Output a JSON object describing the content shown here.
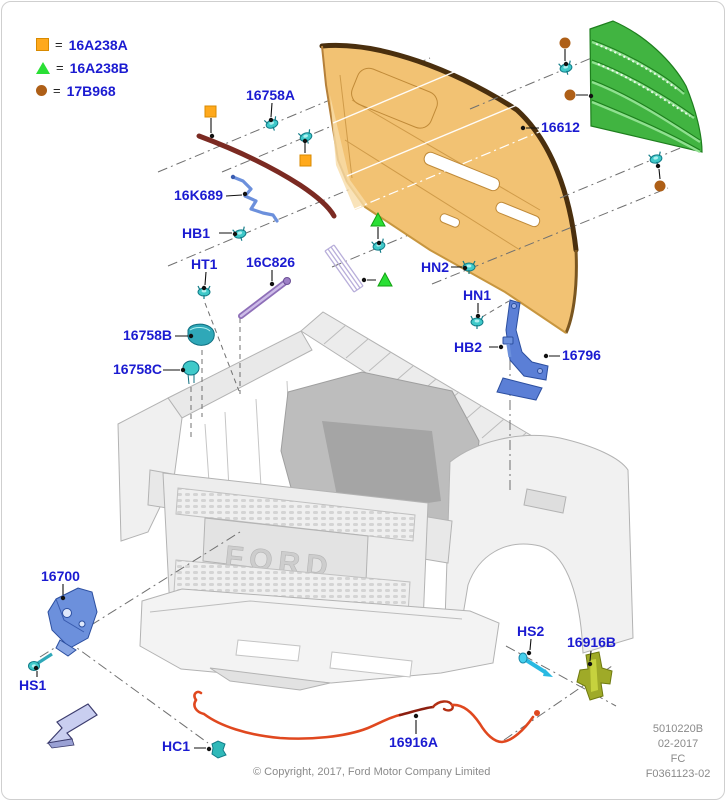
{
  "legend": {
    "equals": "=",
    "items": [
      {
        "symbol": "orange-square",
        "code": "16A238A"
      },
      {
        "symbol": "green-triangle",
        "code": "16A238B"
      },
      {
        "symbol": "brown-circle",
        "code": "17B968"
      }
    ]
  },
  "part_labels": {
    "p16758A": "16758A",
    "p16612": "16612",
    "p16K689": "16K689",
    "pHB1": "HB1",
    "pHT1": "HT1",
    "p16C826": "16C826",
    "p16758B": "16758B",
    "p16758C": "16758C",
    "pHN2": "HN2",
    "pHN1": "HN1",
    "pHB2": "HB2",
    "p16796": "16796",
    "p16700": "16700",
    "pHS1": "HS1",
    "pHC1": "HC1",
    "p16916A": "16916A",
    "pHS2": "HS2",
    "p16916B": "16916B"
  },
  "grille_text": "FORD",
  "figure": {
    "copyright": "© Copyright, 2017, Ford Motor Company Limited",
    "doc_number": "5010220B",
    "doc_date": "02-2017",
    "doc_code": "FC",
    "figure_id": "F0361123-02"
  },
  "colors": {
    "label_blue": "#1b1bd1",
    "hood_tan": "#f2c273",
    "vent_green": "#41b441",
    "part_blue": "#6c90dc",
    "clip_teal": "#3fc9c9",
    "strut_purple": "#8e6fb8",
    "cable_red": "#e0481f",
    "seal_maroon": "#7b2a22",
    "latch_olive": "#9faa28",
    "symbol_orange": "#ffa91c",
    "symbol_green": "#2adf35",
    "symbol_brown": "#ae5f17",
    "info_gray": "#8a8a8a"
  }
}
